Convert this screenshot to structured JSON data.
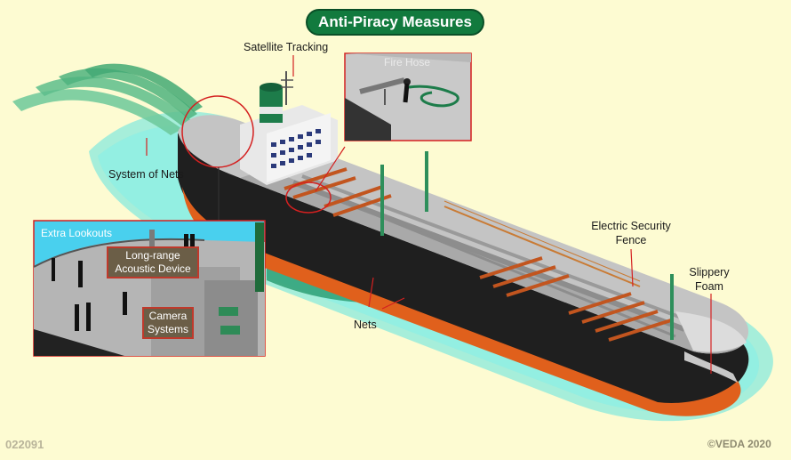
{
  "title": "Anti-Piracy Measures",
  "labels": {
    "satellite_tracking": "Satellite Tracking",
    "fire_hose": "Fire Hose",
    "system_of_nets": "System of Nets",
    "extra_lookouts": "Extra Lookouts",
    "lrad": "Long-range\nAcoustic Device",
    "camera_systems": "Camera\nSystems",
    "electric_fence": "Electric Security\nFence",
    "slippery_foam": "Slippery\nFoam",
    "nets": "Nets"
  },
  "figure_code": "022091",
  "copyright": "©VEDA 2020",
  "colors": {
    "background": "#fdfbd2",
    "hull_black": "#1f1f1f",
    "hull_orange": "#e0601c",
    "deck": "#bdbdbd",
    "net_green": "#2ea36e",
    "water_cyan": "#5fe3e0",
    "pointer_red": "#d42020",
    "pill_green": "#127a3e"
  }
}
